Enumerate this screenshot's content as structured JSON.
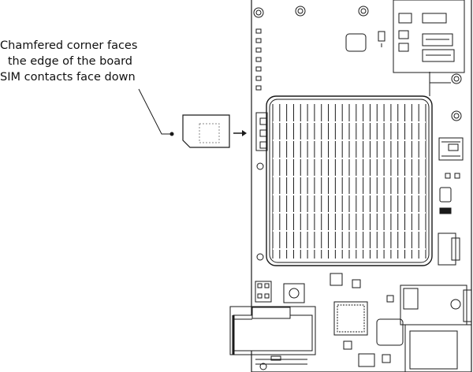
{
  "annotation": {
    "line1": "Chamfered corner faces",
    "line2": "the edge of the board",
    "line3": "SIM contacts face down"
  },
  "colors": {
    "stroke": "#1a1a1a",
    "background": "#ffffff",
    "sim_dashed": "#888888"
  },
  "icons": [
    "arrow-right-icon",
    "sim-card-icon",
    "board-outline-icon",
    "heatsink-icon"
  ]
}
